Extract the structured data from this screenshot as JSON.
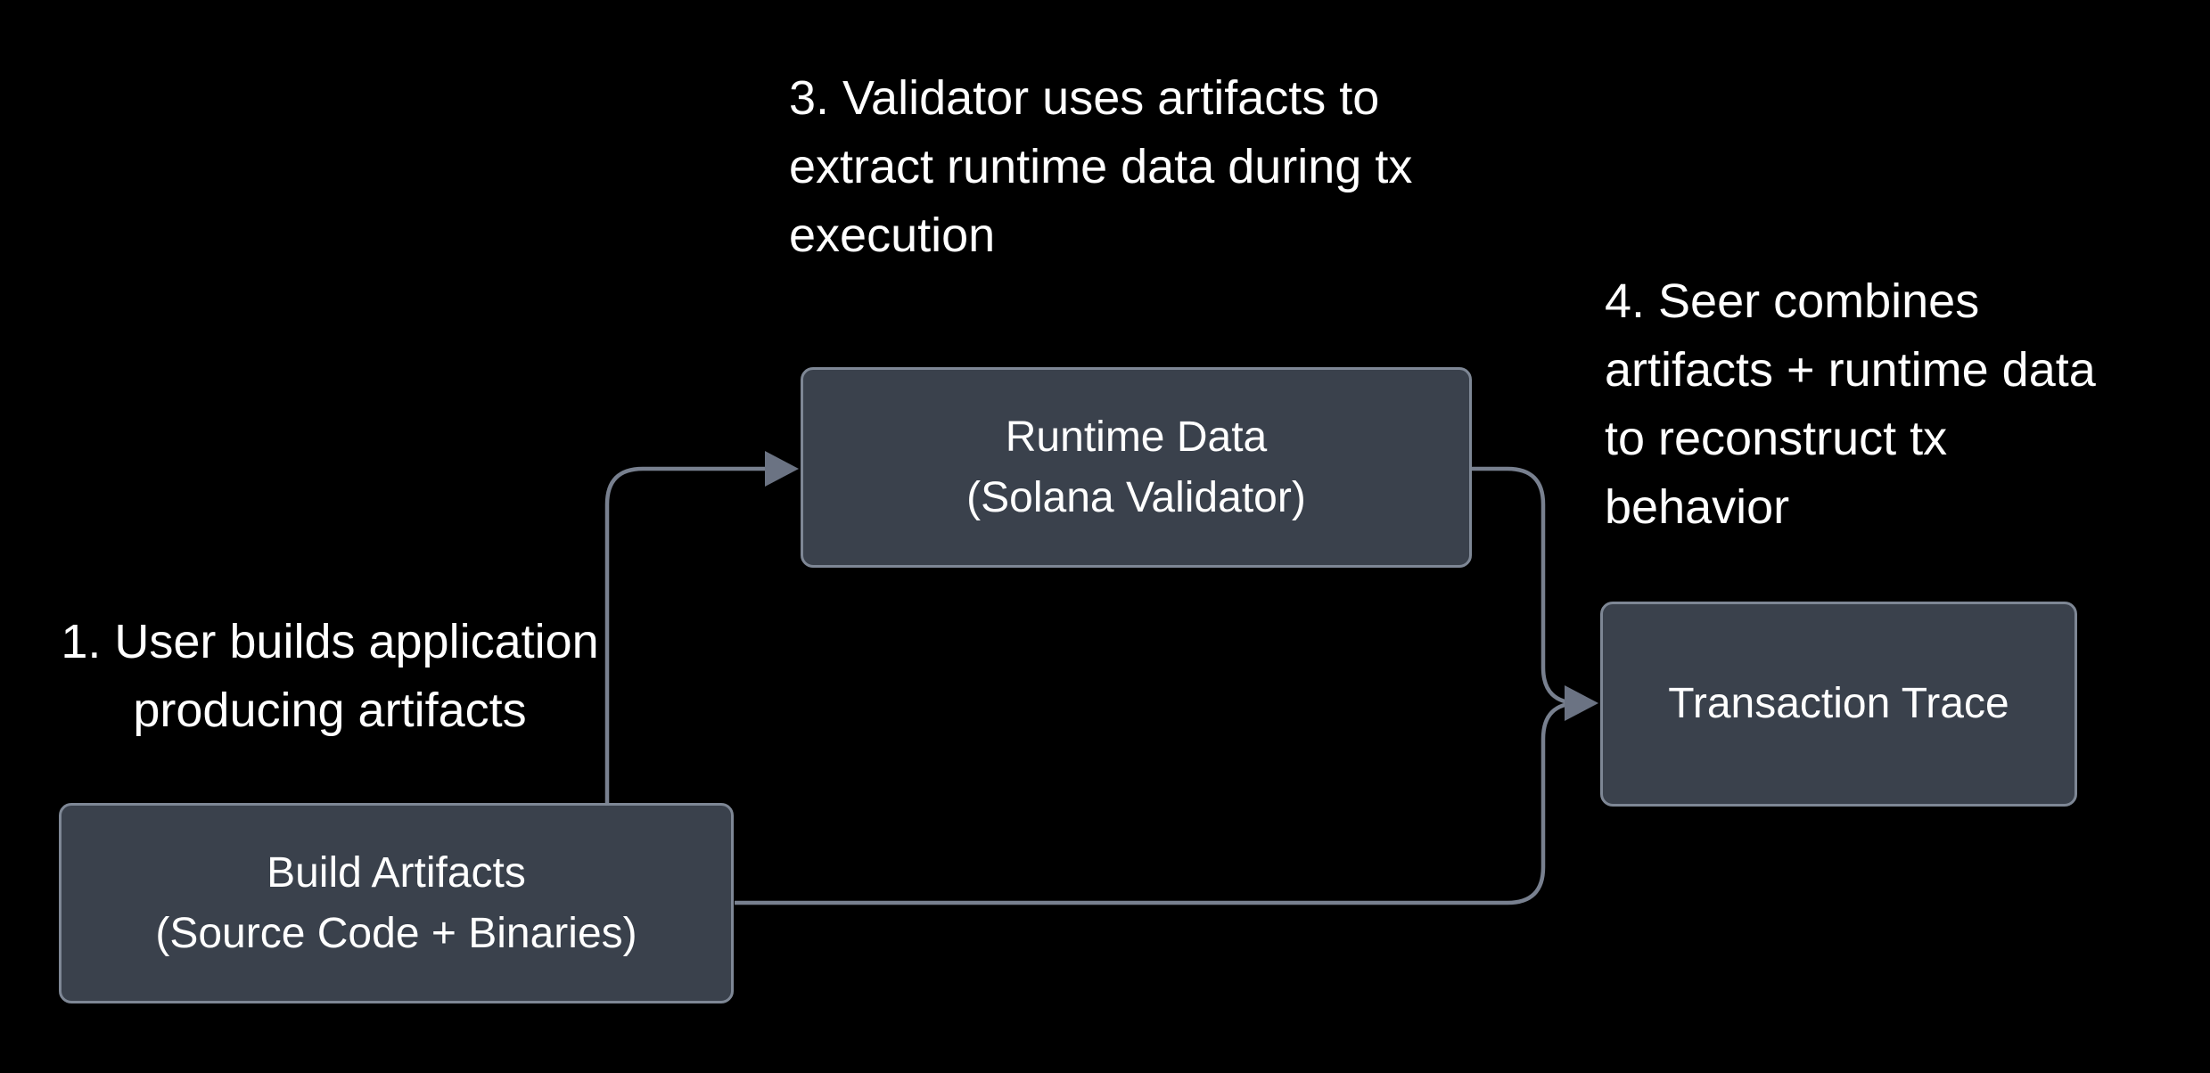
{
  "canvas": {
    "background": "#000000"
  },
  "colors": {
    "node_fill": "#3A414C",
    "node_border": "#7E8795",
    "connector": "#78808F",
    "arrowhead": "#6B7383",
    "text": "#FFFFFF"
  },
  "nodes": [
    {
      "id": "build-artifacts",
      "label": "Build Artifacts\n(Source Code + Binaries)"
    },
    {
      "id": "runtime-data",
      "label": "Runtime Data\n(Solana Validator)"
    },
    {
      "id": "transaction-trace",
      "label": "Transaction Trace"
    }
  ],
  "annotations": [
    {
      "id": "step-1",
      "text": "1. User builds application\nproducing artifacts"
    },
    {
      "id": "step-3",
      "text": "3. Validator uses artifacts to\nextract runtime data during tx\nexecution"
    },
    {
      "id": "step-4",
      "text": "4. Seer combines\nartifacts + runtime data\nto reconstruct tx\nbehavior"
    }
  ],
  "edges": [
    {
      "from": "build-artifacts",
      "to": "runtime-data"
    },
    {
      "from": "runtime-data",
      "to": "transaction-trace"
    },
    {
      "from": "build-artifacts",
      "to": "transaction-trace"
    }
  ]
}
